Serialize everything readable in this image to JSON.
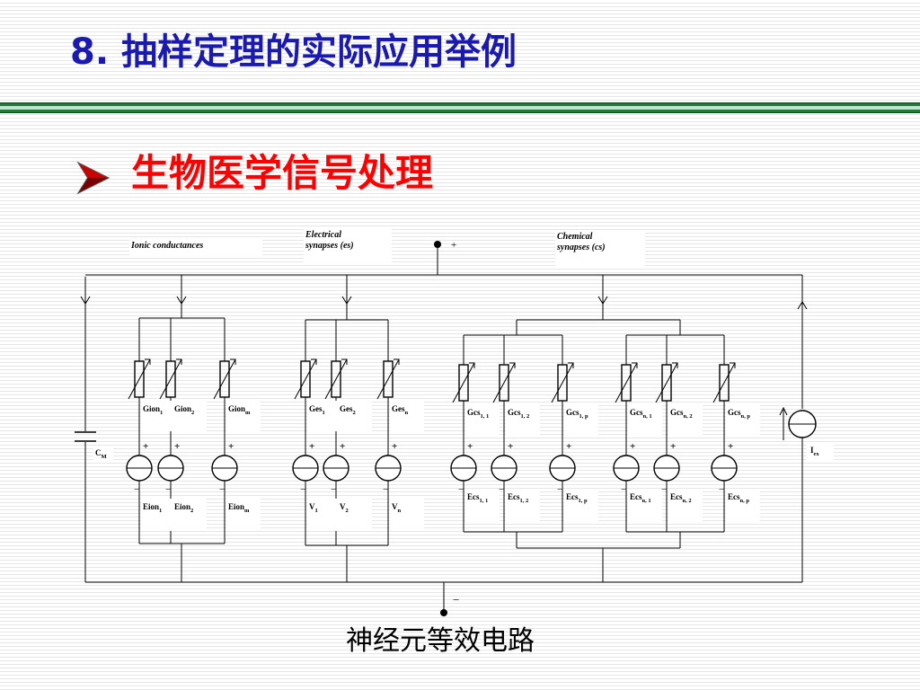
{
  "slide": {
    "title": "8. 抽样定理的实际应用举例",
    "bullet": "生物医学信号处理",
    "caption": "神经元等效电路"
  },
  "colors": {
    "title": "#1a1ab0",
    "bullet": "#ff0000",
    "rule": "#1e7a3a",
    "bullet_arrow": "#cc0000"
  },
  "diagram": {
    "ionic_label": "Ionic conductances",
    "es_label_1": "Electrical",
    "es_label_2": "synapses (es)",
    "cs_label_1": "Chemical",
    "cs_label_2": "synapses (cs)",
    "plus": "+",
    "minus": "−",
    "cm_main": "C",
    "cm_sub": "M",
    "iex_main": "I",
    "iex_sub": "ex",
    "branches": [
      {
        "g_main": "Gion",
        "g_sub": "1",
        "e_main": "Eion",
        "e_sub": "1"
      },
      {
        "g_main": "Gion",
        "g_sub": "2",
        "e_main": "Eion",
        "e_sub": "2"
      },
      {
        "g_main": "Gion",
        "g_sub": "m",
        "e_main": "Eion",
        "e_sub": "m"
      },
      {
        "g_main": "Ges",
        "g_sub": "1",
        "e_main": "V",
        "e_sub": "1"
      },
      {
        "g_main": "Ges",
        "g_sub": "2",
        "e_main": "V",
        "e_sub": "2"
      },
      {
        "g_main": "Ges",
        "g_sub": "n",
        "e_main": "V",
        "e_sub": "n"
      },
      {
        "g_main": "Gcs",
        "g_sub": "1, 1",
        "e_main": "Ecs",
        "e_sub": "1, 1"
      },
      {
        "g_main": "Gcs",
        "g_sub": "1, 2",
        "e_main": "Ecs",
        "e_sub": "1, 2"
      },
      {
        "g_main": "Gcs",
        "g_sub": "1, p",
        "e_main": "Ecs",
        "e_sub": "1, p"
      },
      {
        "g_main": "Gcs",
        "g_sub": "n, 1",
        "e_main": "Ecs",
        "e_sub": "n, 1"
      },
      {
        "g_main": "Gcs",
        "g_sub": "n, 2",
        "e_main": "Ecs",
        "e_sub": "n, 2"
      },
      {
        "g_main": "Gcs",
        "g_sub": "n, p",
        "e_main": "Ecs",
        "e_sub": "n, p"
      }
    ]
  }
}
